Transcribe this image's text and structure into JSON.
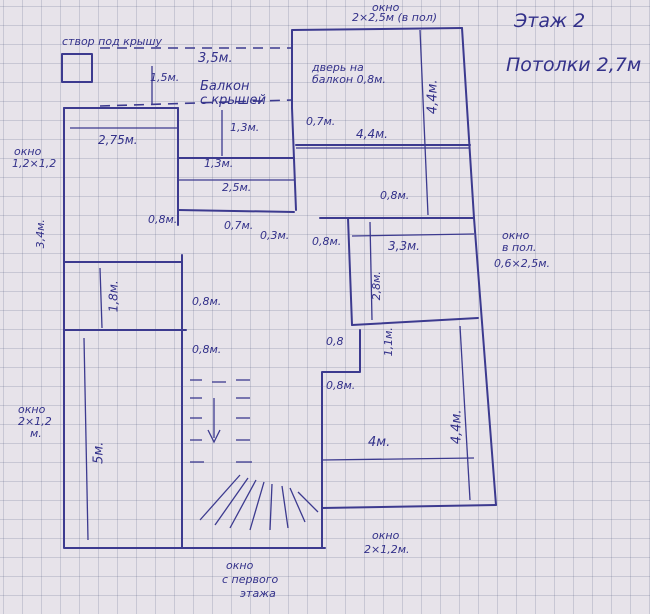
{
  "header": {
    "floor": "Этаж 2",
    "ceilings": "Потолки 2,7м"
  },
  "labels": {
    "attic_hatch": "створ под крышу",
    "window_top_a": "окно",
    "window_top_b": "2×2,5м (в пол)",
    "dim_3_5": "3,5м.",
    "dim_1_5": "1,5м.",
    "balcony_a": "Балкон",
    "balcony_b": "с крышей",
    "balcony_door_a": "дверь на",
    "balcony_door_b": "балкон 0,8м.",
    "dim_0_7_top": "0,7м.",
    "dim_4_4_right_top": "4,4м.",
    "dim_1_3_v": "1,3м.",
    "dim_2_75": "2,75м.",
    "dim_4_4_horiz": "4,4м.",
    "window_left_a": "окно",
    "window_left_b": "1,2×1,2",
    "dim_1_3_h": "1,3м.",
    "dim_2_5": "2,5м.",
    "dim_0_8_mid": "0,8м.",
    "dim_0_8_left": "0,8м.",
    "dim_0_7_mid": "0,7м.",
    "dim_0_3": "0,3м.",
    "dim_0_8_bottom": "0,8м.",
    "dim_3_4": "3,4м.",
    "dim_3_3": "3,3м.",
    "window_right_a": "окно",
    "window_right_b": "в пол.",
    "window_right_c": "0,6×2,5м.",
    "dim_2_8": "2,8м.",
    "dim_1_8": "1,8м.",
    "dim_0_8_door1": "0,8м.",
    "dim_0_8_door2": "0,8м.",
    "dim_0_8_small": "0,8",
    "dim_1_1": "1,1м.",
    "dim_0_8_room": "0,8м.",
    "window_bl_a": "окно",
    "window_bl_b": "2×1,2",
    "window_bl_c": "м.",
    "dim_5": "5м.",
    "dim_4_4_right_bottom": "4,4м.",
    "dim_4": "4м.",
    "window_bottom_a": "окно",
    "window_bottom_b": "2×1,2м.",
    "window_first_a": "окно",
    "window_first_b": "с первого",
    "window_first_c": "этажа"
  }
}
